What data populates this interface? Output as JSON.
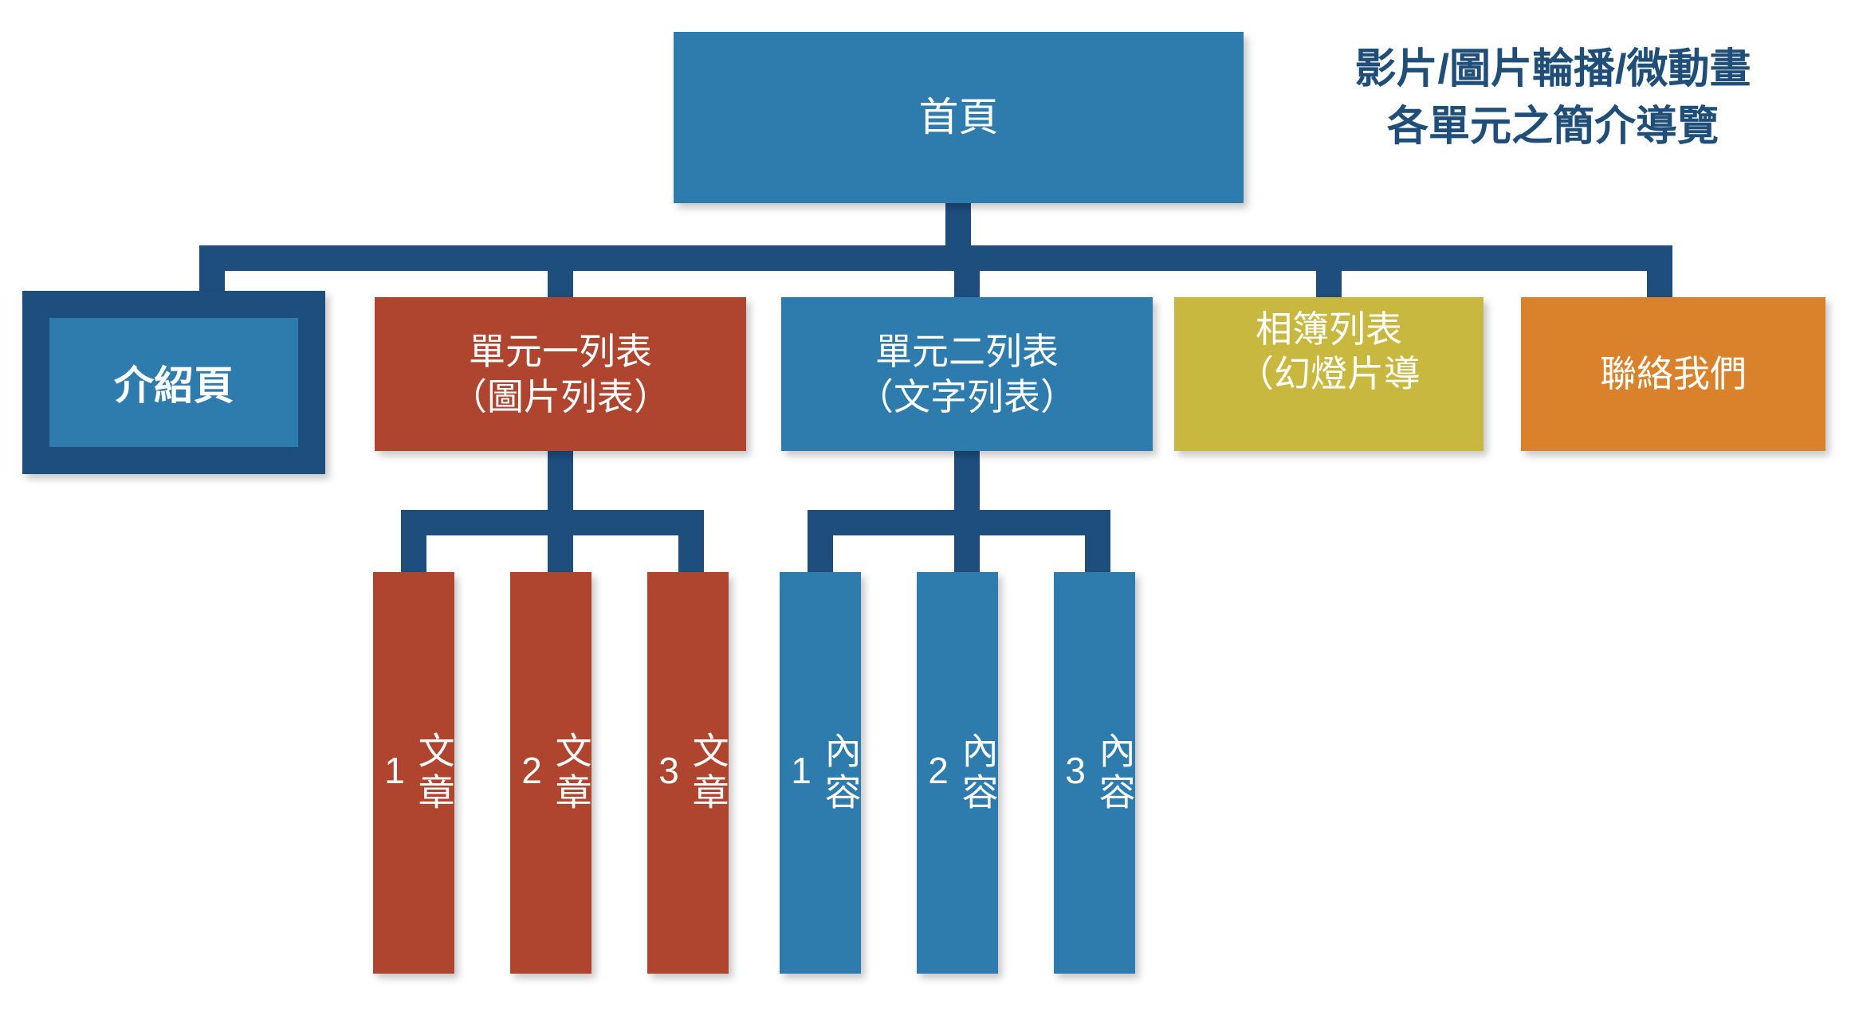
{
  "heading": {
    "line1": "影片/圖片輪播/微動畫",
    "line2": "各單元之簡介導覽",
    "color": "#1F4E79"
  },
  "root": {
    "label": "首頁",
    "color": "#2E7CAD"
  },
  "level2": [
    {
      "id": "intro",
      "label": "介紹頁",
      "color": "#2E7CAD",
      "frame_color": "#1D4E7E",
      "emphasis": "framed"
    },
    {
      "id": "unit1",
      "line1": "單元一列表",
      "line2": "（圖片列表）",
      "color": "#B0452F"
    },
    {
      "id": "unit2",
      "line1": "單元二列表",
      "line2": "（文字列表）",
      "color": "#2E7CAD"
    },
    {
      "id": "album",
      "line1": "相簿列表",
      "line2": "（幻燈片導",
      "color": "#C9B840",
      "clipped": true
    },
    {
      "id": "contact",
      "label": "聯絡我們",
      "color": "#D9822B"
    }
  ],
  "level3": {
    "unit1_children": [
      {
        "text": "文章",
        "num": "1"
      },
      {
        "text": "文章",
        "num": "2"
      },
      {
        "text": "文章",
        "num": "3"
      }
    ],
    "unit2_children": [
      {
        "text": "內容",
        "num": "1"
      },
      {
        "text": "內容",
        "num": "2"
      },
      {
        "text": "內容",
        "num": "3"
      }
    ]
  },
  "connector_color": "#1D4E7E"
}
